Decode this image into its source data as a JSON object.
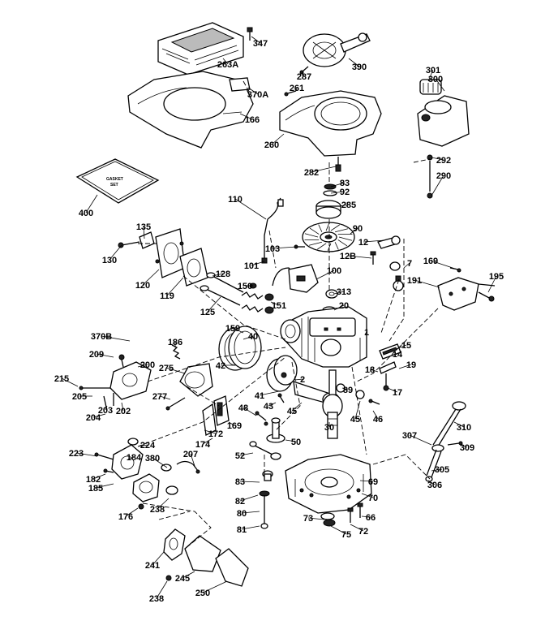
{
  "labels": [
    "347",
    "263A",
    "287",
    "390",
    "301",
    "300",
    "370A",
    "261",
    "166",
    "260",
    "282",
    "292",
    "290",
    "83",
    "92",
    "285",
    "110",
    "90",
    "400",
    "135",
    "12",
    "130",
    "103",
    "12B",
    "7",
    "120",
    "119",
    "101",
    "100",
    "169",
    "128",
    "191",
    "195",
    "150",
    "313",
    "125",
    "151",
    "20",
    "370B",
    "186",
    "159",
    "1",
    "15",
    "209",
    "200",
    "40",
    "14",
    "275",
    "42",
    "18",
    "19",
    "215",
    "41",
    "2",
    "89",
    "205",
    "17",
    "203",
    "202",
    "277",
    "48",
    "43",
    "45",
    "204",
    "45",
    "46",
    "30",
    "172",
    "310",
    "307",
    "169",
    "174",
    "50",
    "309",
    "223",
    "224",
    "380",
    "52",
    "184",
    "207",
    "182",
    "305",
    "185",
    "306",
    "83",
    "69",
    "176",
    "238",
    "82",
    "70",
    "80",
    "66",
    "73",
    "81",
    "75",
    "72",
    "241",
    "245",
    "250",
    "238"
  ],
  "sticker": {
    "line1": "GASKET",
    "line2": "SET"
  }
}
